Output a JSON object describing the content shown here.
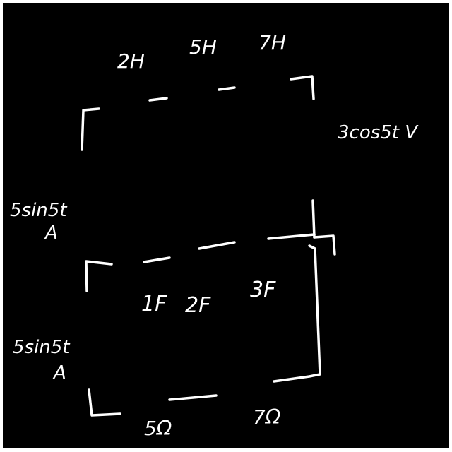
{
  "colors": {
    "board": "#000000",
    "chalk": "#ffffff",
    "margin": "#ffffff"
  },
  "top_labels": [
    "2H",
    "5H",
    "7H"
  ],
  "right_label": "3cos5t V",
  "left_labels": [
    {
      "line1": "5sin5t",
      "line2": "A"
    },
    {
      "line1": "5sin5t",
      "line2": "A"
    }
  ],
  "middle_labels": [
    "1F",
    "2F",
    "3F"
  ],
  "bottom_labels": [
    "5Ω",
    "7Ω"
  ]
}
